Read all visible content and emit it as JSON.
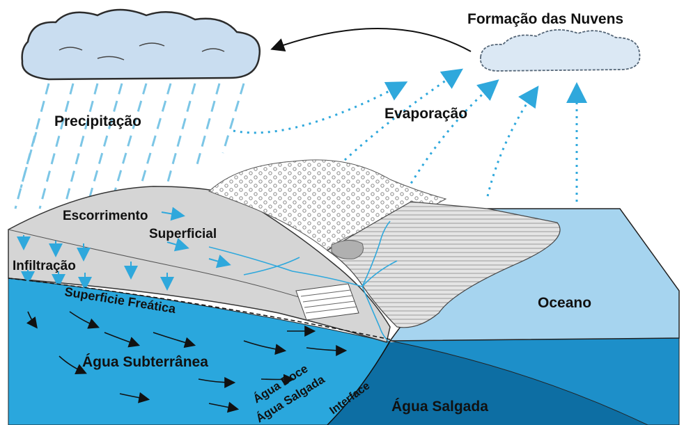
{
  "labels": {
    "cloud_formation": "Formação das Nuvens",
    "precipitation": "Precipitação",
    "evaporation": "Evaporação",
    "runoff_line1": "Escorrimento",
    "runoff_line2": "Superficial",
    "infiltration": "Infiltração",
    "water_table": "Superficie Freática",
    "ocean": "Oceano",
    "groundwater": "Água Subterrânea",
    "fresh_water": "Água Doce",
    "salt_water_small": "Água Salgada",
    "interface": "Interface",
    "salt_water": "Água Salgada"
  },
  "colors": {
    "cloud_fill": "#c9ddf0",
    "rain": "#7cc6e6",
    "arrow_dotted": "#2fa8dc",
    "land": "#d5d5d5",
    "groundwater": "#2aa7dd",
    "ocean_surface": "#a6d4ef",
    "ocean_deep": "#1d8fc9",
    "salt_water": "#0d6ea3"
  },
  "icons": {
    "rain_cloud": "rain-cloud-icon",
    "small_cloud": "cloud-icon"
  }
}
